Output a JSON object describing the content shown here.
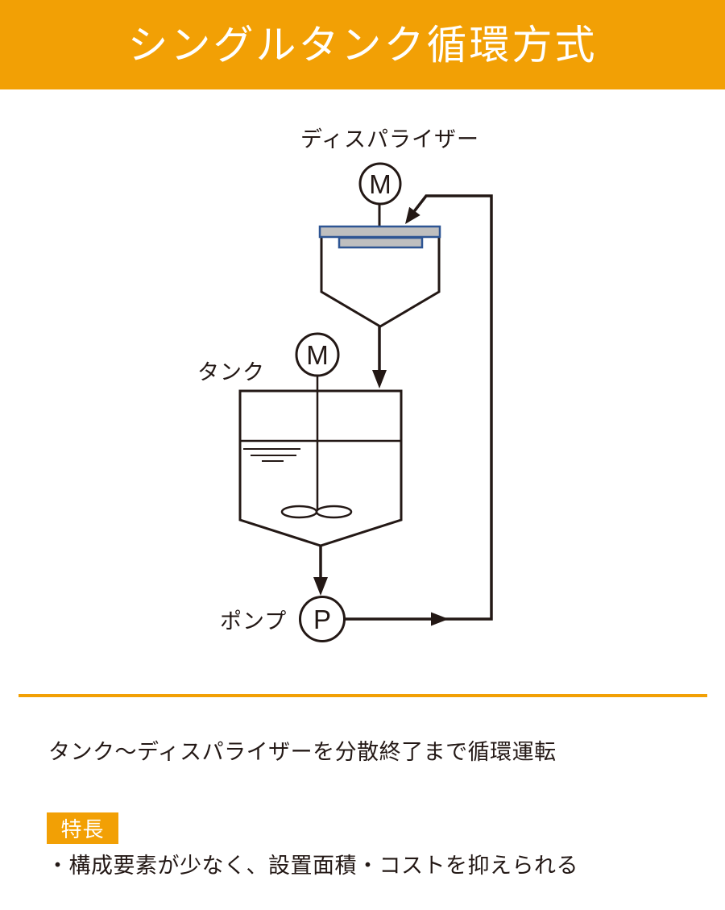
{
  "header": {
    "title": "シングルタンク循環方式"
  },
  "diagram": {
    "disperser_label": "ディスパライザー",
    "tank_label": "タンク",
    "pump_label": "ポンプ",
    "disperser_motor_symbol": "M",
    "tank_motor_symbol": "M",
    "pump_symbol": "P"
  },
  "description": {
    "text": "タンク〜ディスパライザーを分散終了まで循環運転"
  },
  "features": {
    "badge_label": "特長",
    "items": [
      "・構成要素が少なく、設置面積・コストを抑えられる"
    ]
  },
  "colors": {
    "accent_orange": "#F2A005",
    "ink": "#231815",
    "lid_fill": "#BFBFBF",
    "lid_border": "#2E5593"
  }
}
